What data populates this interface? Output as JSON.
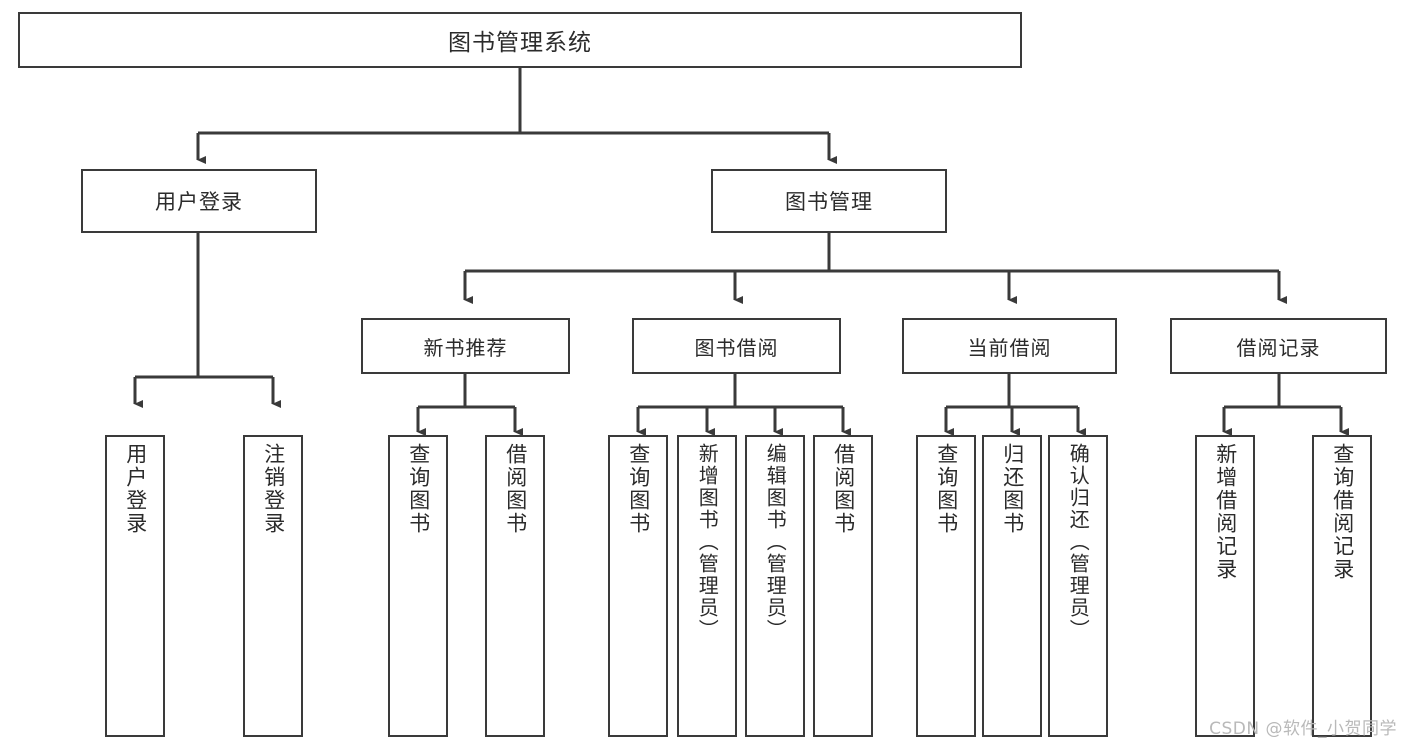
{
  "diagram": {
    "title": "图书管理系统",
    "root": {
      "label": "图书管理系统"
    },
    "level2": [
      {
        "label": "用户登录"
      },
      {
        "label": "图书管理"
      }
    ],
    "level3": [
      {
        "label": "新书推荐"
      },
      {
        "label": "图书借阅"
      },
      {
        "label": "当前借阅"
      },
      {
        "label": "借阅记录"
      }
    ],
    "leaves": {
      "user_login": [
        {
          "label": "用户登录"
        },
        {
          "label": "注销登录"
        }
      ],
      "new_book_recommend": [
        {
          "label": "查询图书"
        },
        {
          "label": "借阅图书"
        }
      ],
      "book_borrow": [
        {
          "label": "查询图书"
        },
        {
          "label": "新增图书（管理员）"
        },
        {
          "label": "编辑图书（管理员）"
        },
        {
          "label": "借阅图书"
        }
      ],
      "current_borrow": [
        {
          "label": "查询图书"
        },
        {
          "label": "归还图书"
        },
        {
          "label": "确认归还（管理员）"
        }
      ],
      "borrow_record": [
        {
          "label": "新增借阅记录"
        },
        {
          "label": "查询借阅记录"
        }
      ]
    }
  },
  "watermark": {
    "text": "CSDN @软件_小贺同学"
  },
  "colors": {
    "stroke": "#3a3a3a",
    "background": "#ffffff",
    "text": "#2b2b2b",
    "watermark": "#b9b9b9"
  }
}
